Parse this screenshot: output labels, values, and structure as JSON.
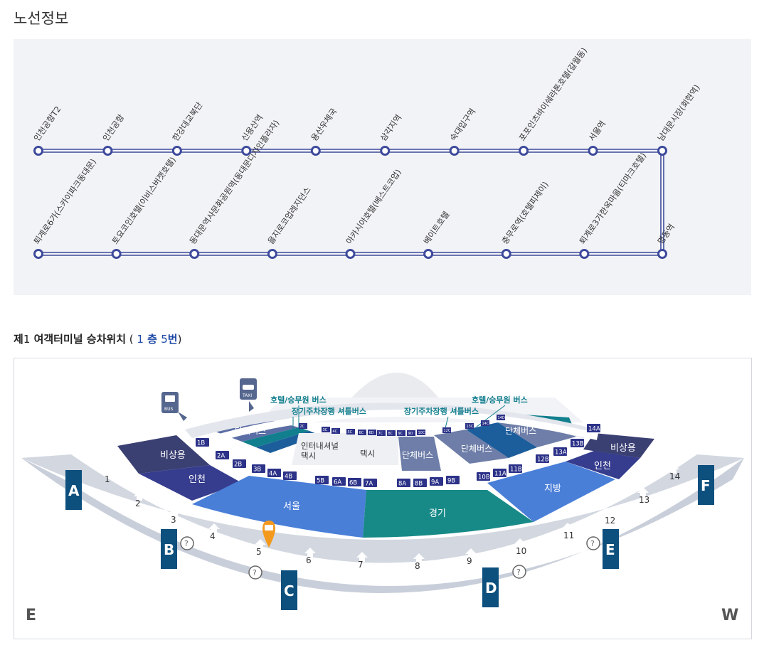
{
  "route": {
    "title": "노선정보",
    "top_row": [
      "인천공항T2",
      "인천공항",
      "한강대교북단",
      "신용산역",
      "용산우체국",
      "삼각지역",
      "숙대입구역",
      "포포인츠바이쉐라톤호텔(갈월동)",
      "서울역",
      "남대문시장(회현역)"
    ],
    "bottom_row": [
      "퇴계로6가(스카이파크동대문)",
      "토요코인호텔(이비스버젯호텔)",
      "동대문역사문화공원역(동대문디자인플라자)",
      "을지로코업레지던스",
      "아카시아호텔(베스트코업)",
      "베이트호텔",
      "충무로역(호텔피제이)",
      "퇴계로3가한옥마을(티마크호텔)",
      "명동역"
    ],
    "line_color": "#3d4a9c"
  },
  "terminal": {
    "title_bold": "제",
    "title_num": "1",
    "title_rest": " 여객터미널 승차위치",
    "paren_open": " ( ",
    "floor_num": "1",
    "floor_word": " 층 ",
    "gate_num": "5",
    "gate_word": "번",
    "paren_close": ")"
  },
  "map": {
    "compass_left": "E",
    "compass_right": "W",
    "gates": [
      "A",
      "B",
      "C",
      "D",
      "E",
      "F"
    ],
    "zones": {
      "emergency_left": "비상용",
      "incheon_left": "인천",
      "seoul": "서울",
      "gyeonggi": "경기",
      "jibang": "지방",
      "incheon_right": "인천",
      "emergency_right": "비상용",
      "group_bus_1": "단체버스",
      "group_bus_2": "단체버스",
      "group_bus_3": "단체버스",
      "group_bus_4": "단체버스",
      "intercity_taxi": "인터내셔널\n택시",
      "intercity_taxi_1": "인터내셔널",
      "intercity_taxi_2": "택시",
      "taxi": "택시"
    },
    "labels": {
      "hotel_bus_left": "호텔/승무원 버스",
      "hotel_bus_right": "호텔/승무원 버스",
      "parking_left": "장기주차장행 셔틀버스",
      "parking_right": "장기주차장행 셔틀버스",
      "bus_icon": "BUS",
      "taxi_icon": "TAXI"
    },
    "stops": [
      "1B",
      "2A",
      "2B",
      "3B",
      "4A",
      "4B",
      "5B",
      "6A",
      "6B",
      "7A",
      "8A",
      "8B",
      "9A",
      "9B",
      "10B",
      "11A",
      "11B",
      "12B",
      "13A",
      "13B",
      "14A"
    ],
    "doors": [
      "1",
      "2",
      "3",
      "4",
      "5",
      "6",
      "7",
      "8",
      "9",
      "10",
      "11",
      "12",
      "13",
      "14"
    ],
    "small_stops": [
      "2C",
      "3C",
      "4C",
      "5C",
      "6C",
      "6D",
      "7C",
      "8C",
      "9C",
      "9D",
      "10C",
      "12C",
      "13C",
      "14C",
      "14D"
    ],
    "colors": {
      "navy": "#3b4073",
      "indigo": "#363d8e",
      "seoul": "#4a7fd8",
      "gyeonggi": "#178a87",
      "jibang": "#4a7fd8",
      "teal": "#127f8e",
      "gate": "#0d4f7d",
      "pin": "#f39a1e",
      "walk": "#c6ccd7"
    }
  }
}
